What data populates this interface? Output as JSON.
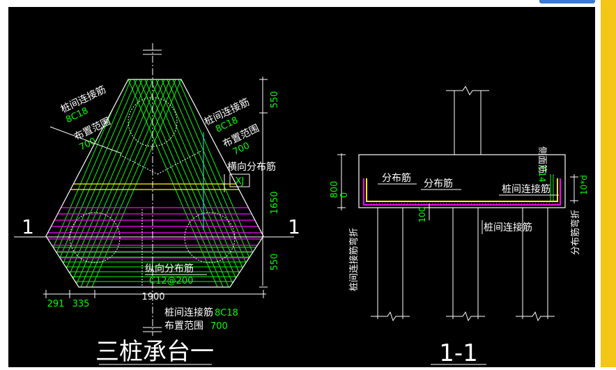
{
  "plan": {
    "title": "三桩承台一",
    "section_mark_left": "1",
    "section_mark_right": "1",
    "dims_right": [
      "550",
      "1650",
      "550"
    ],
    "dims_bottom": [
      "291",
      "335",
      "1900"
    ],
    "label_left_name": "桩间连接筋",
    "label_left_spec": "8C18",
    "label_left_range": "布置范围",
    "label_left_range_val": "700",
    "label_right_name": "桩间连接筋",
    "label_right_spec": "8C18",
    "label_right_range": "布置范围",
    "label_right_range_val": "700",
    "label_transverse": "横向分布筋",
    "label_transverse_spec": "XJ",
    "label_longitudinal": "纵向分布筋",
    "label_longitudinal_spec": "C12@200",
    "label_bottom_name": "桩间连接筋",
    "label_bottom_spec": "8C18",
    "label_bottom_range": "布置范围",
    "label_bottom_range_val": "700"
  },
  "section": {
    "title": "1-1",
    "dim_height": "800",
    "dim_zero": "0",
    "dim_cover": "100",
    "label_dist1": "分布筋",
    "label_dist2": "分布筋",
    "label_side": "侧面筋",
    "label_side_spec": "C14",
    "label_pile_conn": "桩间连接筋",
    "label_pile_conn_bottom": "桩间连接筋",
    "label_left_vertical": "桩间连接筋弯折",
    "label_right_vertical": "分布筋弯折",
    "label_bend_len": "10*d"
  },
  "colors": {
    "background": "#000000",
    "white": "#ffffff",
    "green": "#00ff00",
    "yellow": "#ffff00",
    "magenta": "#ff00ff",
    "cyan": "#00ffff"
  }
}
